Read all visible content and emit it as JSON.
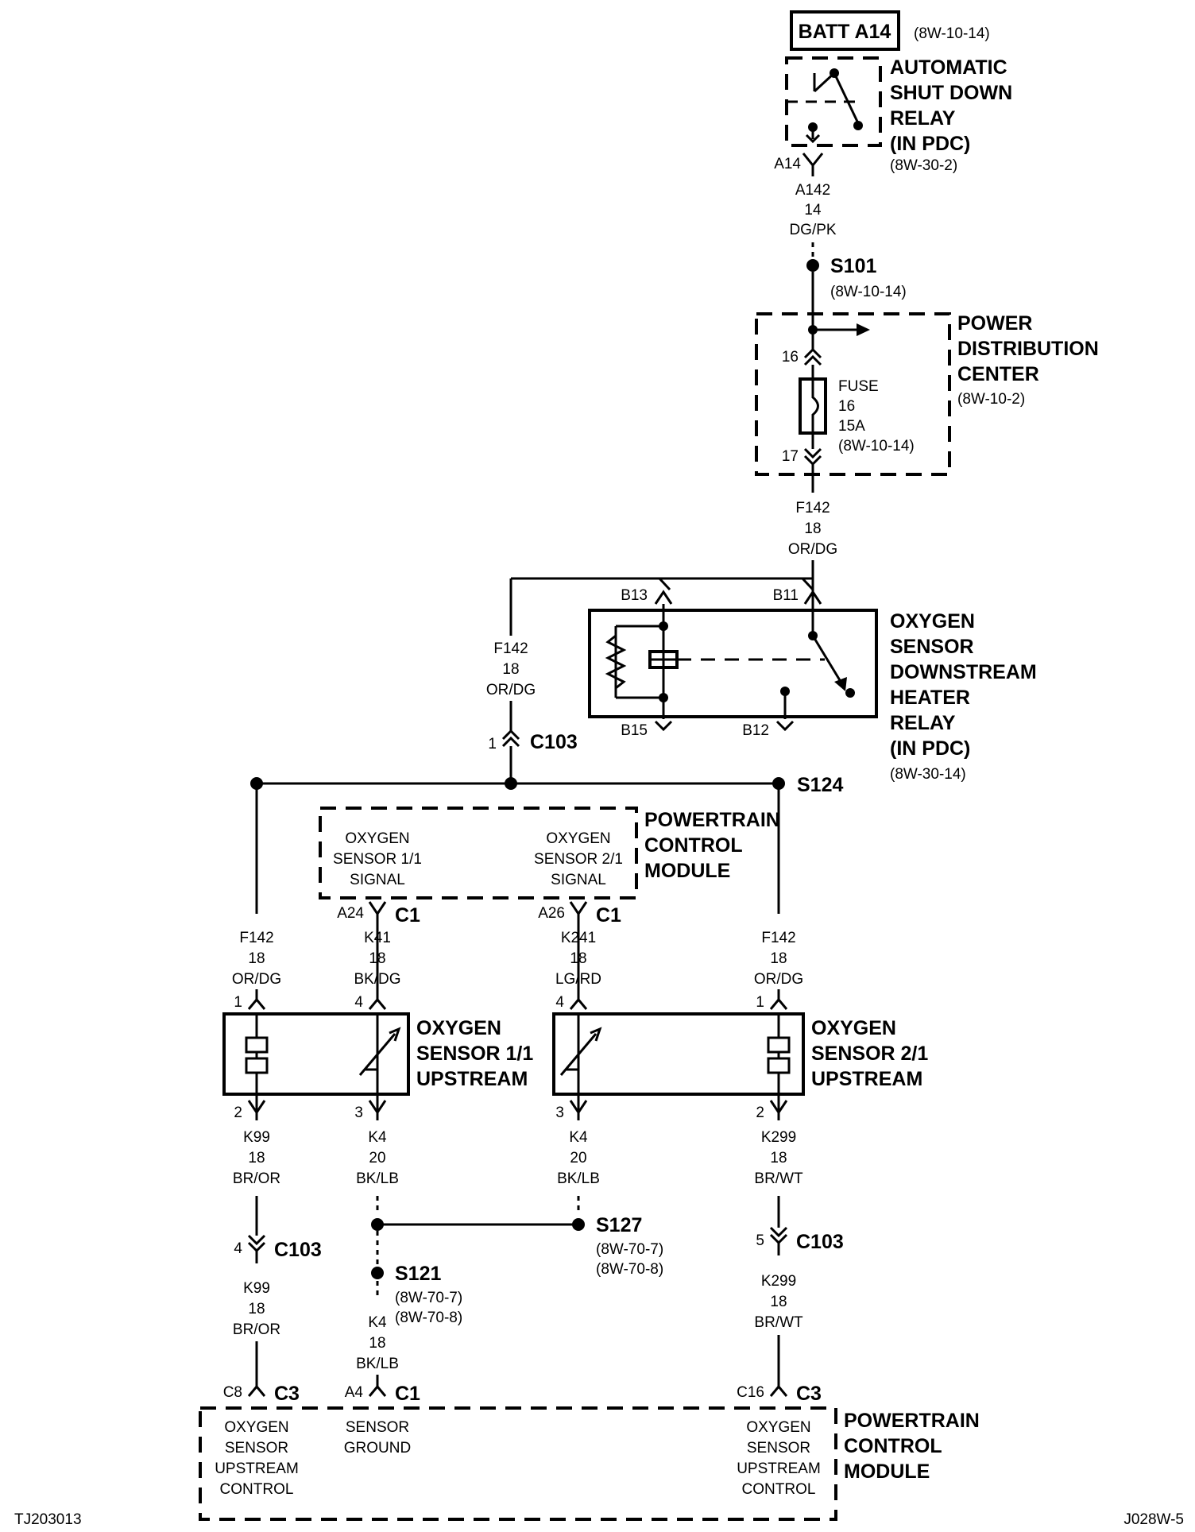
{
  "footer": {
    "left_code": "TJ203013",
    "right_code": "J028W-5"
  },
  "top": {
    "batt_label": "BATT A14",
    "batt_ref": "(8W-10-14)",
    "asd_relay": [
      "AUTOMATIC",
      "SHUT DOWN",
      "RELAY",
      "(IN PDC)"
    ],
    "asd_ref": "(8W-30-2)",
    "asd_pin": "A14",
    "wire_a142": [
      "A142",
      "14",
      "DG/PK"
    ],
    "splice_s101": "S101",
    "s101_ref": "(8W-10-14)"
  },
  "pdc": {
    "title": [
      "POWER",
      "DISTRIBUTION",
      "CENTER"
    ],
    "ref": "(8W-10-2)",
    "pin_in": "16",
    "pin_out": "17",
    "fuse": [
      "FUSE",
      "16",
      "15A",
      "(8W-10-14)"
    ]
  },
  "wire_f142_top": [
    "F142",
    "18",
    "OR/DG"
  ],
  "wire_f142_left": [
    "F142",
    "18",
    "OR/DG"
  ],
  "downstream_relay": {
    "title": [
      "OXYGEN",
      "SENSOR",
      "DOWNSTREAM",
      "HEATER",
      "RELAY",
      "(IN PDC)"
    ],
    "ref": "(8W-30-14)",
    "pins": {
      "b13": "B13",
      "b11": "B11",
      "b15": "B15",
      "b12": "B12"
    }
  },
  "c103_top": {
    "pin": "1",
    "name": "C103"
  },
  "splice_s124": "S124",
  "pcm_top": {
    "title": [
      "POWERTRAIN",
      "CONTROL",
      "MODULE"
    ],
    "sig_11": [
      "OXYGEN",
      "SENSOR 1/1",
      "SIGNAL"
    ],
    "sig_21": [
      "OXYGEN",
      "SENSOR 2/1",
      "SIGNAL"
    ],
    "pin_a24": "A24",
    "pin_a26": "A26",
    "conn": "C1"
  },
  "wires_mid": {
    "f142_a": [
      "F142",
      "18",
      "OR/DG"
    ],
    "k41": [
      "K41",
      "18",
      "BK/DG"
    ],
    "k241": [
      "K241",
      "18",
      "LG/RD"
    ],
    "f142_b": [
      "F142",
      "18",
      "OR/DG"
    ]
  },
  "sensor_11": {
    "title": [
      "OXYGEN",
      "SENSOR 1/1",
      "UPSTREAM"
    ],
    "pins": {
      "p1": "1",
      "p4": "4",
      "p2": "2",
      "p3": "3"
    }
  },
  "sensor_21": {
    "title": [
      "OXYGEN",
      "SENSOR 2/1",
      "UPSTREAM"
    ],
    "pins": {
      "p4": "4",
      "p1": "1",
      "p3": "3",
      "p2": "2"
    }
  },
  "wires_low": {
    "k99": [
      "K99",
      "18",
      "BR/OR"
    ],
    "k4_a": [
      "K4",
      "20",
      "BK/LB"
    ],
    "k4_b": [
      "K4",
      "20",
      "BK/LB"
    ],
    "k299": [
      "K299",
      "18",
      "BR/WT"
    ]
  },
  "c103_k99": {
    "pin": "4",
    "name": "C103"
  },
  "c103_k299": {
    "pin": "5",
    "name": "C103"
  },
  "splice_s127": {
    "name": "S127",
    "refs": [
      "(8W-70-7)",
      "(8W-70-8)"
    ]
  },
  "splice_s121": {
    "name": "S121",
    "refs": [
      "(8W-70-7)",
      "(8W-70-8)"
    ]
  },
  "wires_bottom": {
    "k99": [
      "K99",
      "18",
      "BR/OR"
    ],
    "k4": [
      "K4",
      "18",
      "BK/LB"
    ],
    "k299": [
      "K299",
      "18",
      "BR/WT"
    ]
  },
  "pcm_bottom": {
    "title": [
      "POWERTRAIN",
      "CONTROL",
      "MODULE"
    ],
    "pin_c8": "C8",
    "conn_c3a": "C3",
    "pin_a4": "A4",
    "conn_c1": "C1",
    "pin_c16": "C16",
    "conn_c3b": "C3",
    "ctrl_a": [
      "OXYGEN",
      "SENSOR",
      "UPSTREAM",
      "CONTROL"
    ],
    "ground": [
      "SENSOR",
      "GROUND"
    ],
    "ctrl_b": [
      "OXYGEN",
      "SENSOR",
      "UPSTREAM",
      "CONTROL"
    ]
  }
}
